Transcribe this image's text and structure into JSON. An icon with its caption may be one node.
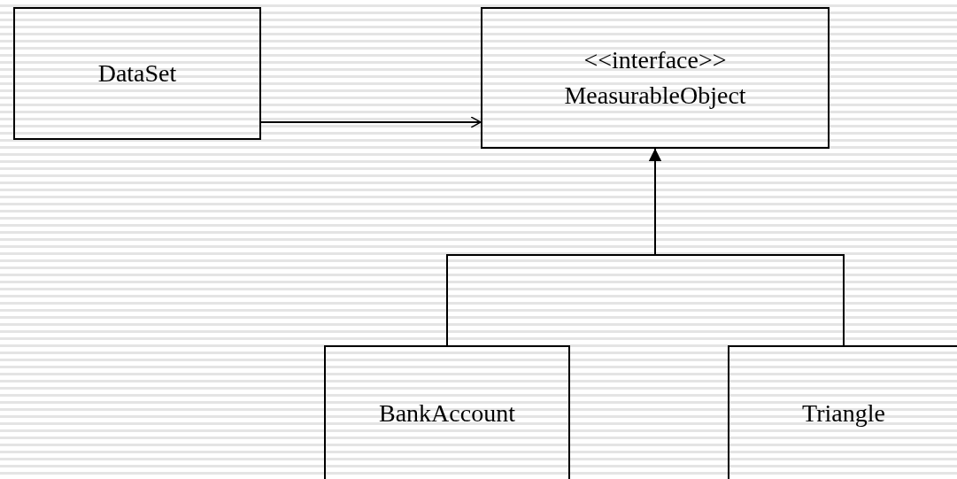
{
  "diagram": {
    "nodes": [
      {
        "text": [
          "DataSet"
        ]
      },
      {
        "text": [
          "<<interface>>",
          "MeasurableObject"
        ]
      },
      {
        "text": [
          "BankAccount"
        ]
      },
      {
        "text": [
          "Triangle"
        ]
      }
    ],
    "edges": [
      {
        "from": 0,
        "to": 1,
        "arrow": "to"
      },
      {
        "from": 2,
        "to": 1,
        "arrow": "to"
      },
      {
        "from": 3,
        "to": 1,
        "arrow": "to"
      }
    ]
  }
}
